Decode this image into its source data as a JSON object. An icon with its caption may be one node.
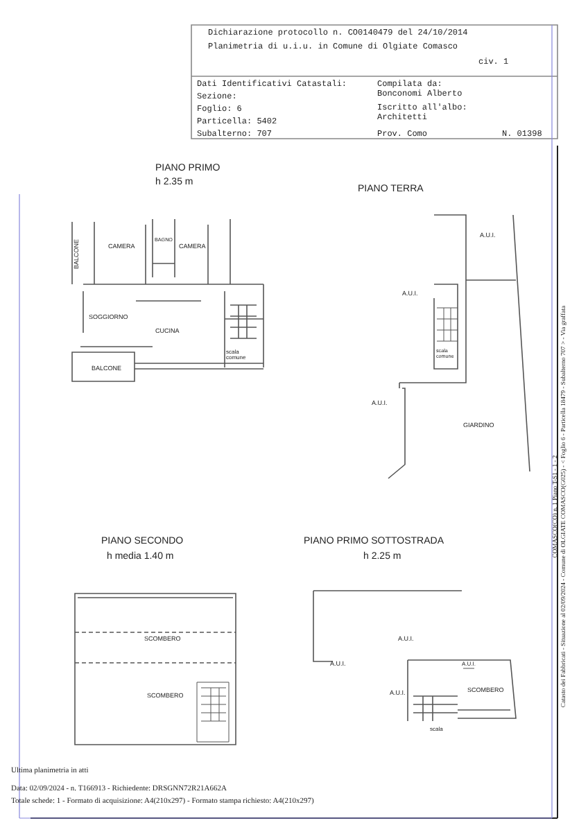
{
  "diagram": {
    "labels": [
      "Dichiarazione protocollo n. CO0140479 del 24/10/2014",
      "Planimetria di u.i.u. in Comune di Olgiate Comasco",
      "civ. 1",
      "Dati Identificativi Catastali:",
      "Sezione:",
      "Foglio: 6",
      "Particella: 5402",
      "Subalterno: 707",
      "Compilata da:",
      "Bonconomi Alberto",
      "Iscritto all'albo:",
      "Architetti",
      "Prov. Como",
      "N. 01398",
      "PIANO PRIMO",
      "h 2.35 m",
      "PIANO TERRA",
      "BALCONE",
      "CAMERA",
      "BAGNO",
      "CAMERA",
      "SOGGIORNO",
      "CUCINA",
      "scala comune",
      "BALCONE",
      "A.U.I.",
      "A.U.I.",
      "scala comune",
      "A.U.I.",
      "GIARDINO",
      "PIANO SECONDO",
      "h media 1.40 m",
      "PIANO PRIMO SOTTOSTRADA",
      "h 2.25 m",
      "SCOMBERO",
      "SCOMBERO",
      "A.U.I.",
      "A.U.I.",
      "A.U.I.",
      "A.U.I.",
      "SCOMBERO",
      "scala",
      "Ultima planimetria in atti",
      "Data: 02/09/2024 - n. T166913 - Richiedente: DRSGNN72R21A662A",
      "Totale schede: 1 - Formato di acquisizione: A4(210x297) - Formato stampa richiesto: A4(210x297)",
      "Catasto dei Fabbricati - Situazione al 02/09/2024 - Comune di OLGIATE COMASCO(G025) - < Foglio 6 - Particella 18479 - Subalterno 707 > - Via graffata",
      "COMASCO(CO) n. 1 Piano T-S1 - 1 - 2"
    ]
  }
}
